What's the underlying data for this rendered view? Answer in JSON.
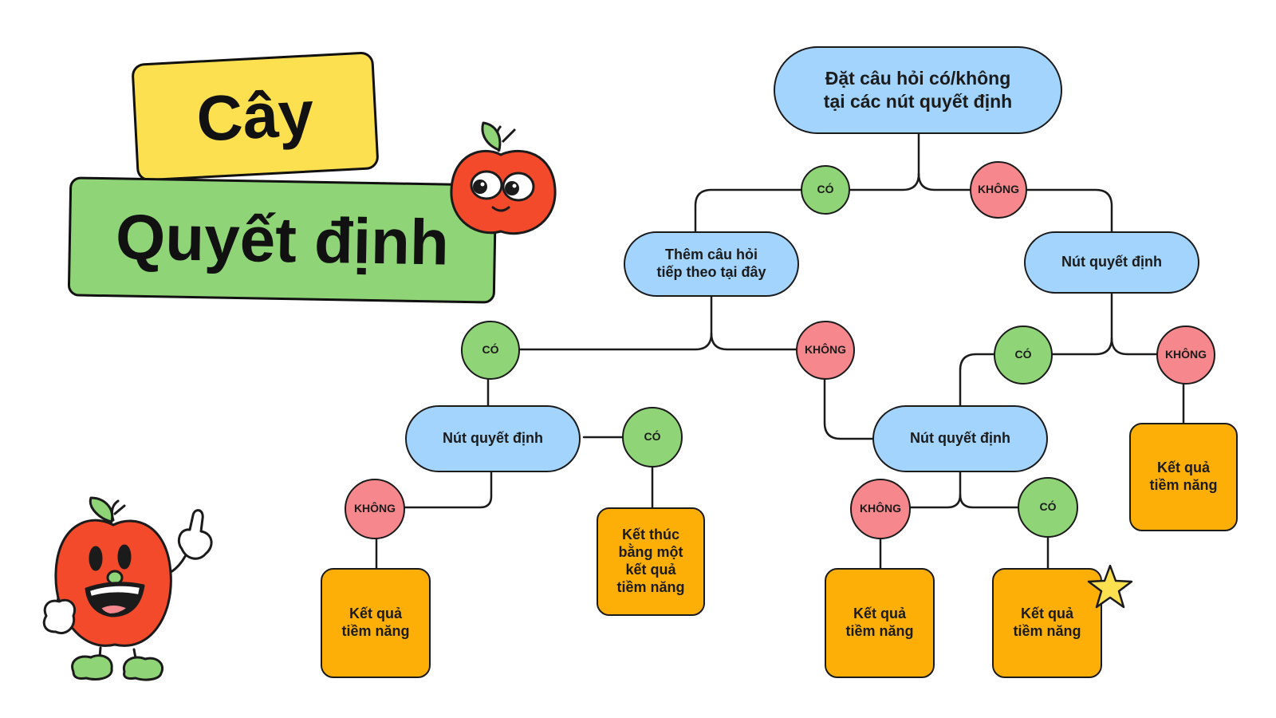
{
  "title": {
    "line1": "Cây",
    "line2": "Quyết định"
  },
  "tree": {
    "root": "Đặt câu hỏi có/không\ntại các nút quyết định",
    "left_question": "Thêm câu hỏi\ntiếp theo tại đây",
    "right_node": "Nút quyết định",
    "mid_left_node": "Nút quyết định",
    "mid_right_node": "Nút quyết định",
    "yes_label": "CÓ",
    "no_label": "KHÔNG",
    "result_potential": "Kết quả\ntiềm năng",
    "result_end": "Kết thúc\nbằng một\nkết quả\ntiềm năng"
  },
  "colors": {
    "question_node": "#a3d4fd",
    "yes_circle": "#8fd476",
    "no_circle": "#f6878c",
    "result_box": "#fdaf08",
    "title_yellow": "#fde04f",
    "title_green": "#8fd476",
    "apple_red": "#f24a2b",
    "star": "#fde04f"
  },
  "decorations": [
    "apple-mascot-icon",
    "apple-character-icon",
    "star-icon"
  ]
}
